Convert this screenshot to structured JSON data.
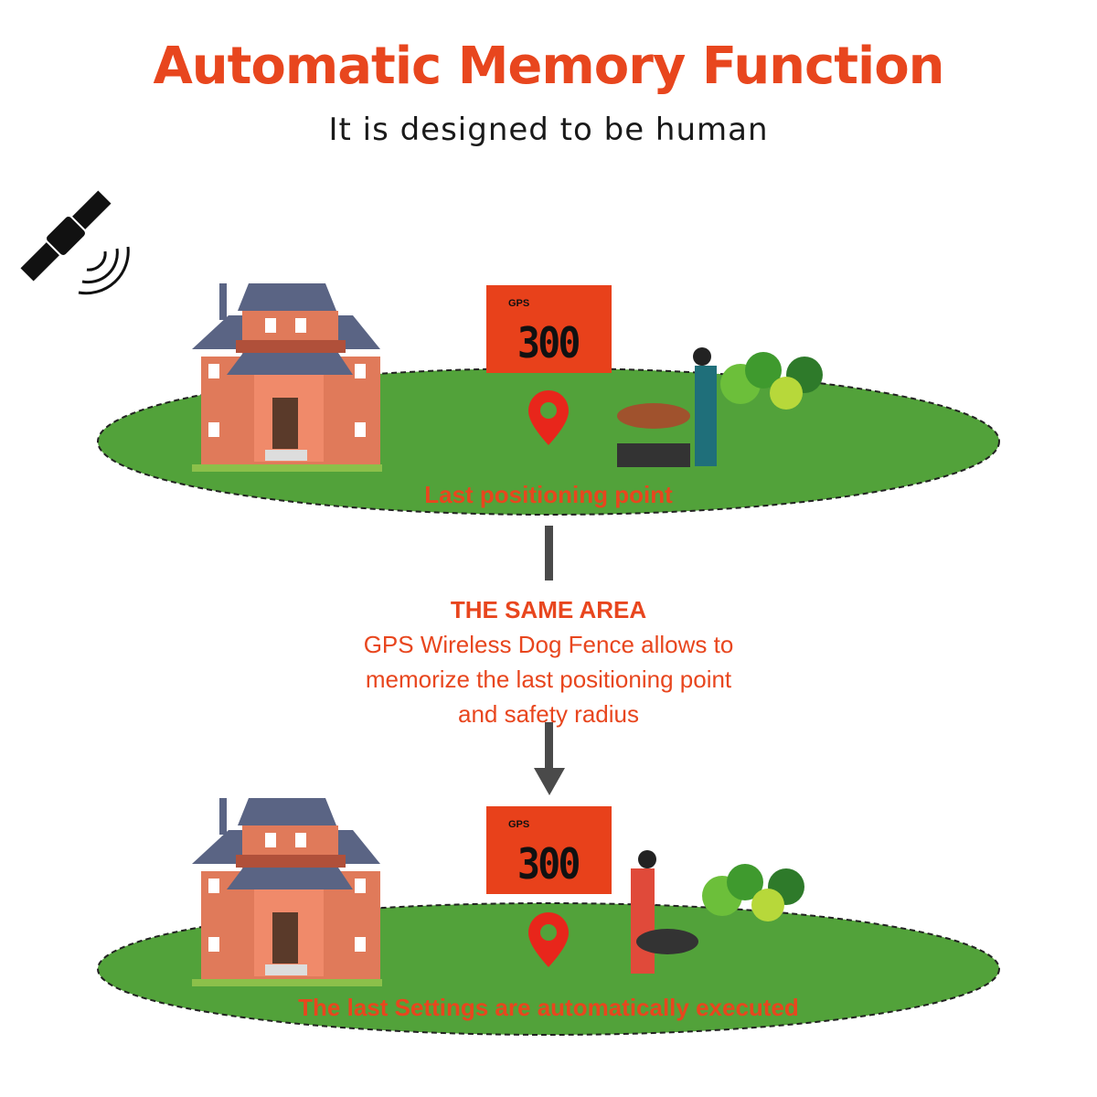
{
  "header": {
    "title": "Automatic Memory Function",
    "subtitle": "It is designed to be human"
  },
  "scene_top": {
    "lcd": {
      "gps_label": "GPS",
      "reading": "300"
    },
    "caption": "Last positioning point"
  },
  "middle": {
    "heading": "THE SAME AREA",
    "lines": [
      "GPS Wireless Dog Fence allows to",
      "memorize the last positioning point",
      "and safety radius"
    ]
  },
  "scene_bottom": {
    "lcd": {
      "gps_label": "GPS",
      "reading": "300"
    },
    "caption": "The last Settings are automatically executed"
  },
  "colors": {
    "accent": "#e8461e",
    "grass": "#52a23a",
    "lcd": "#e8411b",
    "arrow": "#4a4a4a"
  }
}
